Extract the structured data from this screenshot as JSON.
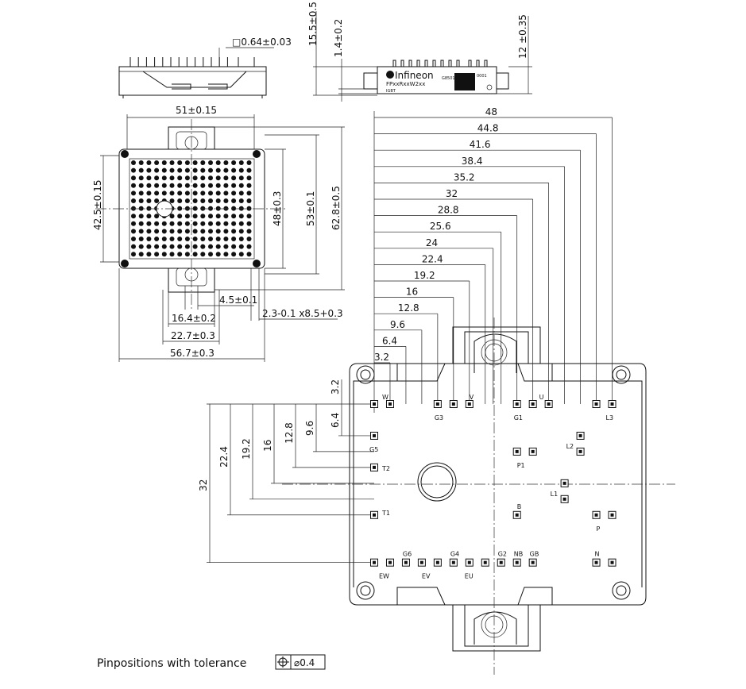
{
  "side_view": {
    "pin_dim": "□0.64±0.03"
  },
  "front_view": {
    "dims": [
      "15.5±0.5",
      "1.4±0.2",
      "12 ±0.35"
    ],
    "brand": "Infineon",
    "part": "FPxxRxxW2xx",
    "subtitle": "IGBT",
    "code": "G8501",
    "code2": "0001"
  },
  "top_view": {
    "width": "51±0.15",
    "left_h": "42.5±0.15",
    "h1": "48±0.3",
    "h2": "53±0.1",
    "h3": "62.8±0.5",
    "d_pin": "4.5±0.1",
    "d_a": "16.4±0.2",
    "d_b": "22.7±0.3",
    "d_c": "56.7±0.3",
    "d_hole": "2.3-0.1 x8.5+0.3"
  },
  "layout": {
    "x_dims": [
      "48",
      "44.8",
      "41.6",
      "38.4",
      "35.2",
      "32",
      "28.8",
      "25.6",
      "24",
      "22.4",
      "19.2",
      "16",
      "12.8",
      "9.6",
      "6.4",
      "3.2"
    ],
    "y_dims": [
      "3.2",
      "6.4",
      "9.6",
      "12.8",
      "16",
      "19.2",
      "22.4",
      "32"
    ],
    "pins": {
      "W": "W",
      "G3": "G3",
      "V": "V",
      "G1": "G1",
      "U": "U",
      "L3": "L3",
      "G5": "G5",
      "L2": "L2",
      "P1": "P1",
      "T2": "T2",
      "L1": "L1",
      "B": "B",
      "T1": "T1",
      "P": "P",
      "G6": "G6",
      "G4": "G4",
      "G2": "G2",
      "NB": "NB",
      "GB": "GB",
      "N": "N",
      "EW": "EW",
      "EV": "EV",
      "EU": "EU"
    }
  },
  "footnote": {
    "text": "Pinpositions with tolerance",
    "tol": "⌀0.4"
  }
}
